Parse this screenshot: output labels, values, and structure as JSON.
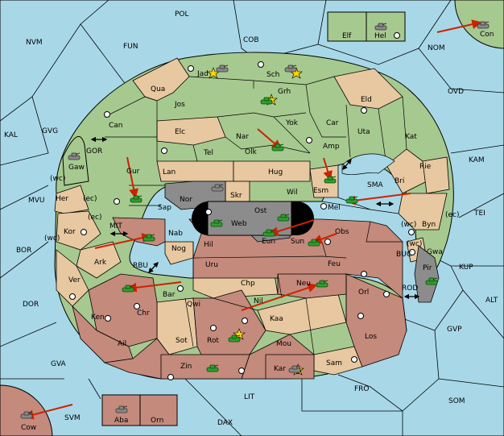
{
  "colors": {
    "sea": "#a8d8e8",
    "green": "#a6c98f",
    "tan": "#e8c8a0",
    "red": "#c48a7c",
    "grey": "#8c8c8c",
    "black": "#000000",
    "arrow": "#cc2200",
    "unit": "#2e9e2e",
    "star": "#ffd800"
  },
  "labels": {
    "POL": "POL",
    "NVM": "NVM",
    "FUN": "FUN",
    "COB": "COB",
    "NOM": "NOM",
    "OVD": "OVD",
    "KAL": "KAL",
    "GVG": "GVG",
    "KAM": "KAM",
    "TEI": "TEI",
    "MVU": "MVU",
    "BOR": "BOR",
    "KUP": "KUP",
    "ALT": "ALT",
    "DOR": "DOR",
    "GVP": "GVP",
    "GVA": "GVA",
    "FRO": "FRO",
    "SOM": "SOM",
    "LIT": "LIT",
    "SVM": "SVM",
    "DAX": "DAX",
    "Elf": "Elf",
    "Hel": "Hel",
    "Con": "Con",
    "Jad": "Jad",
    "Sch": "Sch",
    "Qua": "Qua",
    "Grh": "Grh",
    "Jos": "Jos",
    "Eld": "Eld",
    "Can": "Can",
    "Yok": "Yok",
    "Car": "Car",
    "Uta": "Uta",
    "Elc": "Elc",
    "Nar": "Nar",
    "Kat": "Kat",
    "Amp": "Amp",
    "GOR": "GOR",
    "Gaw": "Gaw",
    "Tel": "Tel",
    "Olk": "Olk",
    "Gur": "Gur",
    "Lan": "Lan",
    "Hug": "Hug",
    "Rie": "Rie",
    "Bri": "Bri",
    "wc": "(wc)",
    "ec": "(ec)",
    "Her": "Her",
    "Esm": "Esm",
    "SMA": "SMA",
    "Nor": "Nor",
    "Skr": "Skr",
    "Wil": "Wil",
    "Sap": "Sap",
    "Ost": "Ost",
    "Mel": "Mel",
    "Web": "Web",
    "Kor": "Kor",
    "MIT": "MIT",
    "Nab": "Nab",
    "Obs": "Obs",
    "Byn": "Byn",
    "Eun": "Eun",
    "Sun": "Sun",
    "Gwa": "Gwa",
    "Hil": "Hil",
    "Ark": "Ark",
    "Nog": "Nog",
    "RBU": "RBU",
    "BUC": "BUC",
    "Uru": "Uru",
    "Feu": "Feu",
    "Pir": "Pir",
    "Ver": "Ver",
    "Chp": "Chp",
    "Neu": "Neu",
    "Orl": "Orl",
    "Bar": "Bar",
    "ROD": "ROD",
    "Qwi": "Qwi",
    "Nil": "Nil",
    "Ken": "Ken",
    "Chr": "Chr",
    "Kaa": "Kaa",
    "Sot": "Sot",
    "Rot": "Rot",
    "Los": "Los",
    "Ail": "Ail",
    "Mou": "Mou",
    "Sam": "Sam",
    "Zin": "Zin",
    "Kar": "Kar",
    "Aba": "Aba",
    "Orn": "Orn",
    "Cow": "Cow"
  }
}
